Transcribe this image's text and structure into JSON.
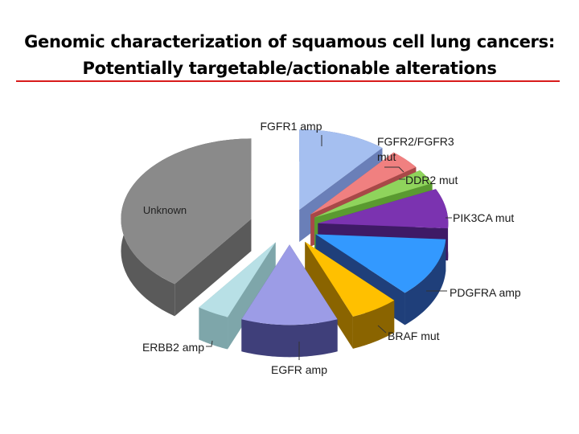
{
  "title": {
    "line1": "Genomic characterization of squamous cell lung cancers:",
    "line2": "Potentially targetable/actionable alterations"
  },
  "colors": {
    "rule": "#d81b1b"
  },
  "chart_data": {
    "type": "pie",
    "style": "3d-exploded",
    "legend": "none",
    "categories": [
      "FGFR1 amp",
      "FGFR2/FGFR3 mut",
      "DDR2 mut",
      "PIK3CA mut",
      "PDGFRA amp",
      "BRAF mut",
      "EGFR amp",
      "ERBB2 amp",
      "Unknown"
    ],
    "values": [
      11,
      4,
      3,
      8,
      12,
      6,
      12,
      4,
      40
    ],
    "colors": [
      "#a5bff0",
      "#f08080",
      "#8fd45c",
      "#7b33b0",
      "#3399ff",
      "#ffc000",
      "#9c9ce6",
      "#b8e0e6",
      "#8a8a8a"
    ],
    "side_colors": [
      "#6a7fb8",
      "#a84848",
      "#5a9a30",
      "#3f1a66",
      "#1f3f7a",
      "#8a6400",
      "#3f3f7a",
      "#7ea6aa",
      "#5a5a5a"
    ],
    "labels": [
      "FGFR1 amp",
      "FGFR2/FGFR3\nmut",
      "DDR2 mut",
      "PIK3CA mut",
      "PDGFRA amp",
      "BRAF mut",
      "EGFR amp",
      "ERBB2 amp",
      "Unknown"
    ]
  }
}
